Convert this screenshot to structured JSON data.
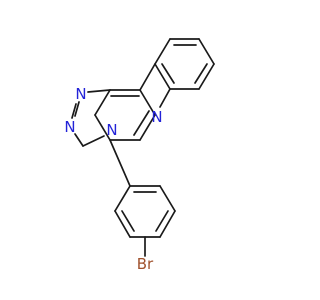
{
  "molecule": {
    "atoms": [
      {
        "id": "n-1",
        "symbol": "N",
        "color": "#2323d8"
      },
      {
        "id": "n-2",
        "symbol": "N",
        "color": "#2323d8"
      },
      {
        "id": "n-4",
        "symbol": "N",
        "color": "#2323d8"
      },
      {
        "id": "n-6",
        "symbol": "N",
        "color": "#2323d8"
      },
      {
        "id": "br",
        "symbol": "Br",
        "color": "#a0522d"
      }
    ],
    "bond_color": "#1a1a1a"
  }
}
